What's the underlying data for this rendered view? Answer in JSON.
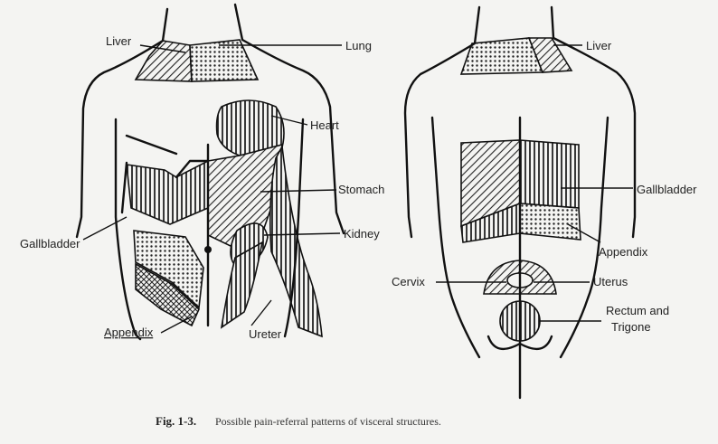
{
  "front": {
    "labels": {
      "liver": "Liver",
      "lung": "Lung",
      "heart": "Heart",
      "stomach": "Stomach",
      "kidney": "Kidney",
      "gallbladder": "Gallbladder",
      "appendix": "Appendix",
      "ureter": "Ureter"
    }
  },
  "back": {
    "labels": {
      "liver": "Liver",
      "gallbladder": "Gallbladder",
      "appendix": "Appendix",
      "cervix": "Cervix",
      "uterus": "Uterus",
      "rectum_line1": "Rectum and",
      "rectum_line2": "Trigone"
    }
  },
  "caption": {
    "figure": "Fig. 1-3.",
    "text": "Possible pain-referral patterns of visceral structures."
  }
}
